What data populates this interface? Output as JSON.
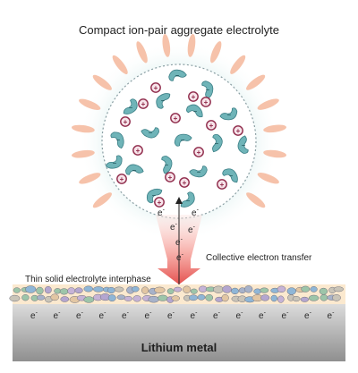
{
  "labels": {
    "title": "Compact ion-pair aggregate electrolyte",
    "electron_transfer": "Collective electron transfer",
    "sei": "Thin solid electrolyte interphase",
    "metal": "Lithium metal"
  },
  "symbols": {
    "electron": "e",
    "electron_charge": "-",
    "cation": "+",
    "anion": "−"
  },
  "colors": {
    "halo": "#cfe9e7",
    "cluster_fill": "#ffffff",
    "cluster_border": "#8a9ea3",
    "rays": "#f4b79b",
    "anion": "#6fb4b8",
    "anion_edge": "#3b7f86",
    "cation_fill": "#f7e4ea",
    "cation_edge": "#8f2a4a",
    "arrow": "#e4514f",
    "sei_fill": "#fbe9cf",
    "metal_top": "#d7d7d7",
    "metal_bottom": "#8a8a8a"
  }
}
